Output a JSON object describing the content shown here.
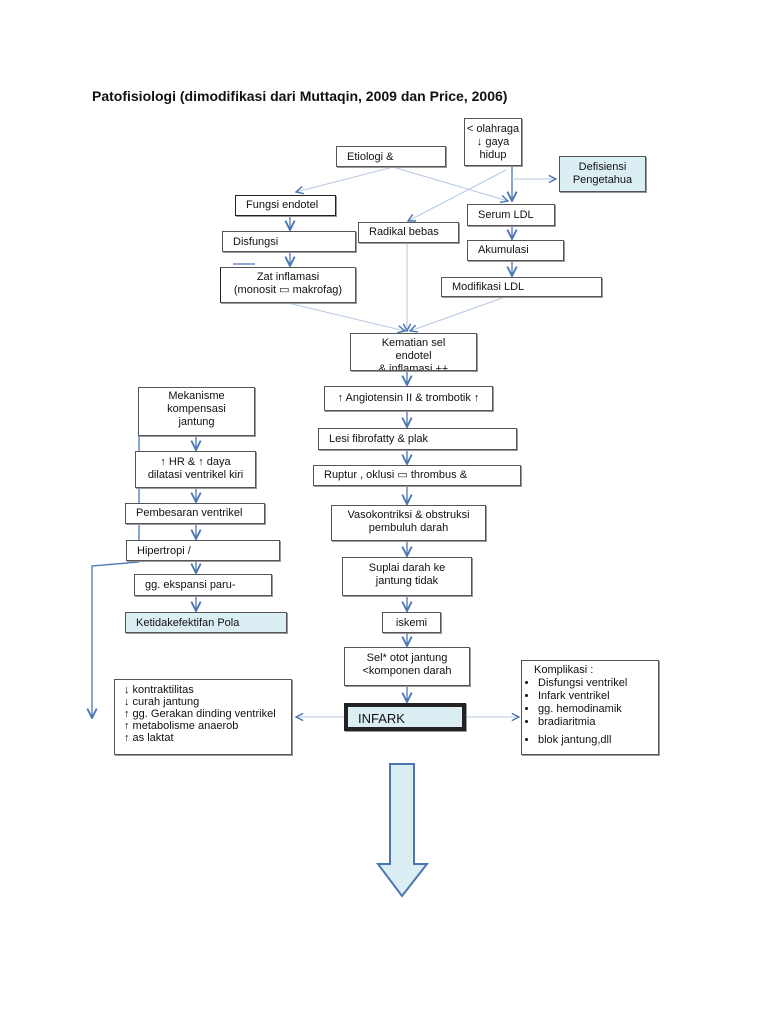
{
  "title": "Patofisiologi (dimodifikasi dari Muttaqin, 2009 dan Price, 2006)",
  "nodes": {
    "olahraga": [
      "< olahraga",
      "↓ gaya",
      "hidup"
    ],
    "etiologi": "Etiologi &",
    "defisiensi": [
      "Defisiensi",
      "Pengetahua"
    ],
    "fungsi_endotel": "Fungsi endotel",
    "serum_ldl": "Serum LDL",
    "radikal_bebas": "Radikal bebas",
    "disfungsi": "Disfungsi",
    "akumulasi": "Akumulasi",
    "zat_inflamasi": [
      "Zat inflamasi",
      "(monosit ▭ makrofag)"
    ],
    "modifikasi_ldl": "Modifikasi LDL",
    "kematian": [
      "Kematian sel",
      "endotel",
      "& inflamasi ++"
    ],
    "mekanisme": [
      "Mekanisme",
      "kompensasi",
      "jantung"
    ],
    "angiotensin": "↑ Angiotensin II & trombotik ↑",
    "lesi": "Lesi fibrofatty & plak",
    "hr": [
      "↑ HR & ↑ daya",
      "dilatasi ventrikel kiri"
    ],
    "ruptur": "Ruptur , oklusi ▭ thrombus &",
    "pembesaran": "Pembesaran ventrikel",
    "vasokontriksi": [
      "Vasokontriksi & obstruksi",
      "pembuluh darah"
    ],
    "hipertropi": "Hipertropi /",
    "suplai": [
      "Suplai darah ke",
      "jantung tidak"
    ],
    "ekspansi": "gg. ekspansi paru-",
    "ketidakefektifan": "Ketidakefektifan Pola",
    "iskemi": "iskemi",
    "sel_otot": [
      "Sel* otot jantung",
      "<komponen darah"
    ],
    "infark": "INFARK",
    "efek": [
      "↓ kontraktilitas",
      "↓ curah jantung",
      "↑ gg. Gerakan dinding ventrikel",
      "↑ metabolisme anaerob",
      "↑ as laktat"
    ],
    "komplikasi_title": "Komplikasi :",
    "komplikasi": [
      "Disfungsi ventrikel",
      "Infark ventrikel",
      "gg. hemodinamik",
      "bradiaritmia",
      "blok jantung,dll"
    ]
  },
  "colors": {
    "arrow": "#4a76b4",
    "highlight_fill": "#dbeef4"
  }
}
